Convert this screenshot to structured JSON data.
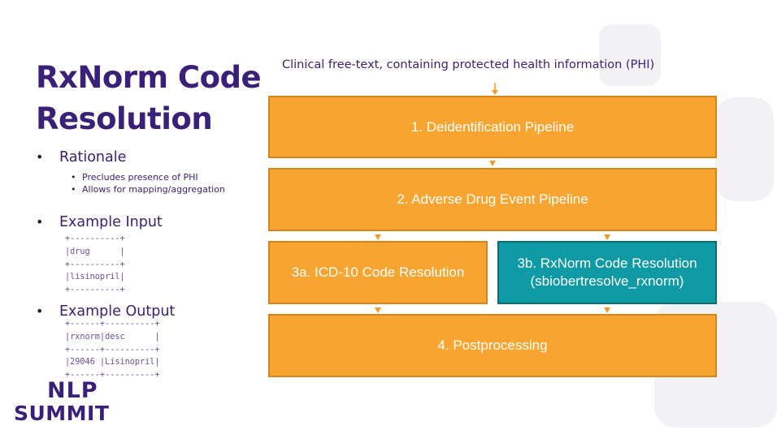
{
  "slide": {
    "title_line1": "RxNorm Code",
    "title_line2": "Resolution",
    "bullets": [
      {
        "label": "Rationale",
        "subitems": [
          "Precludes presence of PHI",
          "Allows for mapping/aggregation"
        ]
      },
      {
        "label": "Example Input",
        "table_text": "+----------+\n|drug      |\n+----------+\n|lisinopril|\n+----------+"
      },
      {
        "label": "Example Output",
        "table_text": "+------+----------+\n|rxnorm|desc      |\n+------+----------+\n|29046 |Lisinopril|\n+------+----------+"
      }
    ]
  },
  "diagram": {
    "caption": "Clinical free-text, containing protected health information (PHI)",
    "boxes": {
      "deid": "1. Deidentification Pipeline",
      "ade": "2. Adverse Drug Event Pipeline",
      "icd10": "3a. ICD-10 Code Resolution",
      "rxnorm_line1": "3b. RxNorm Code Resolution",
      "rxnorm_line2": "(sbiobertresolve_rxnorm)",
      "post": "4. Postprocessing"
    },
    "colors": {
      "orange": "#f7a530",
      "teal": "#0f9aa5",
      "arrow": "#f29a21"
    }
  },
  "logo": {
    "line1": "NLP",
    "line2": "SUMMIT"
  }
}
